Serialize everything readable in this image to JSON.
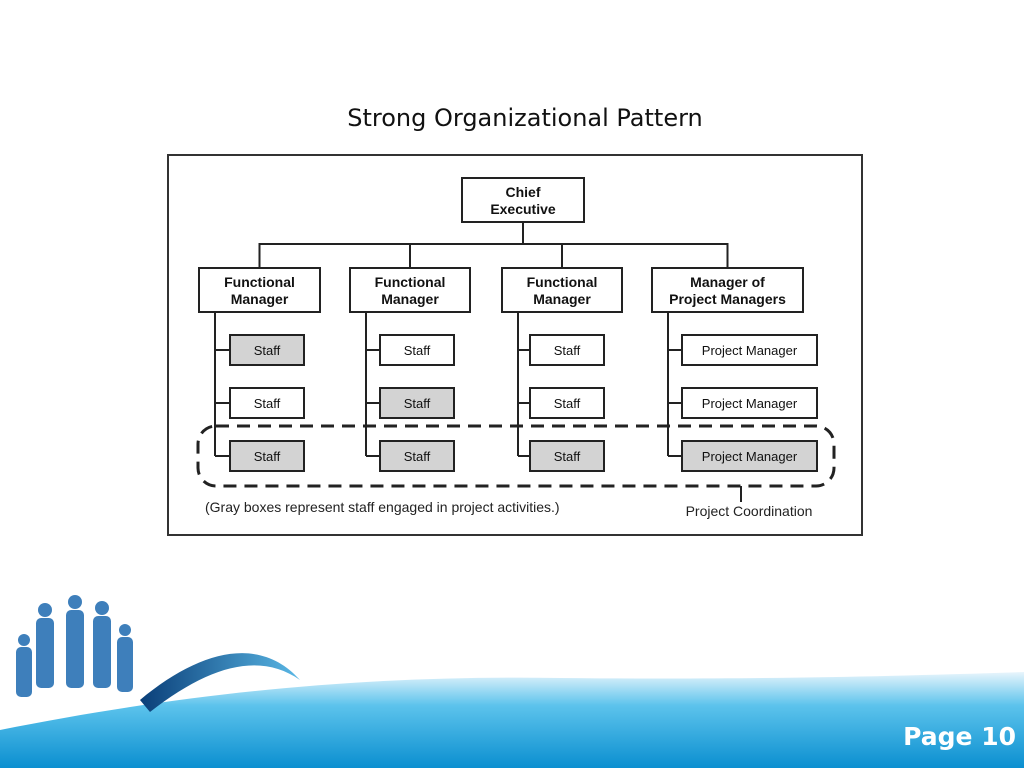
{
  "slide": {
    "title": "Strong Organizational Pattern",
    "page_label": "Page 10"
  },
  "diagram": {
    "root": {
      "line1": "Chief",
      "line2": "Executive"
    },
    "columns": [
      {
        "header": {
          "line1": "Functional",
          "line2": "Manager"
        },
        "items": [
          {
            "label": "Staff",
            "gray": true
          },
          {
            "label": "Staff",
            "gray": false
          },
          {
            "label": "Staff",
            "gray": true
          }
        ]
      },
      {
        "header": {
          "line1": "Functional",
          "line2": "Manager"
        },
        "items": [
          {
            "label": "Staff",
            "gray": false
          },
          {
            "label": "Staff",
            "gray": true
          },
          {
            "label": "Staff",
            "gray": true
          }
        ]
      },
      {
        "header": {
          "line1": "Functional",
          "line2": "Manager"
        },
        "items": [
          {
            "label": "Staff",
            "gray": false
          },
          {
            "label": "Staff",
            "gray": false
          },
          {
            "label": "Staff",
            "gray": true
          }
        ]
      },
      {
        "header": {
          "line1": "Manager of",
          "line2": "Project Managers"
        },
        "items": [
          {
            "label": "Project Manager",
            "gray": false
          },
          {
            "label": "Project Manager",
            "gray": false
          },
          {
            "label": "Project Manager",
            "gray": true
          }
        ]
      }
    ],
    "note": "(Gray boxes represent staff engaged in project activities.)",
    "coordination_label": "Project Coordination",
    "colors": {
      "gray_fill": "#d3d3d3",
      "box_stroke": "#222222"
    }
  }
}
